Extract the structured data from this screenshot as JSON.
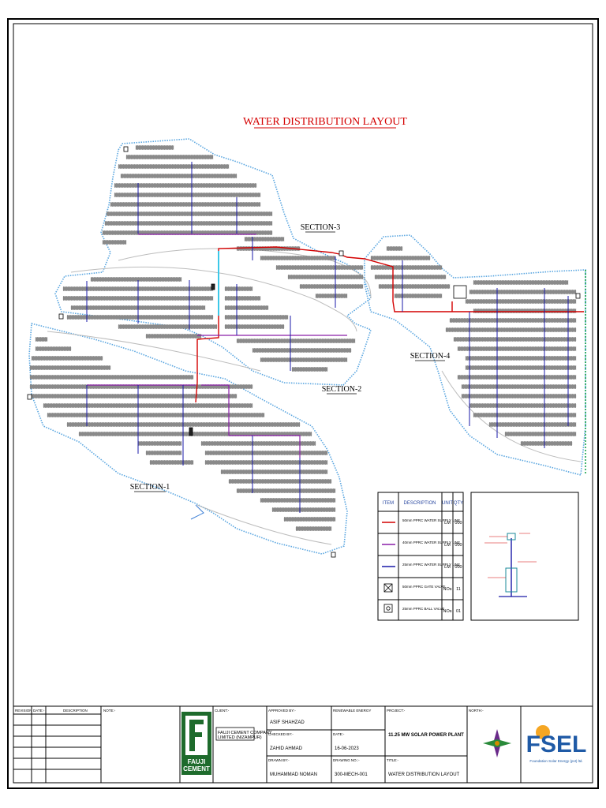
{
  "drawing": {
    "title": "WATER DISTRIBUTION LAYOUT",
    "sections": [
      "SECTION-1",
      "SECTION-2",
      "SECTION-3",
      "SECTION-4"
    ]
  },
  "legend": {
    "headers": [
      "ITEM",
      "DESCRIPTION",
      "UNIT",
      "QTY"
    ],
    "rows": [
      {
        "color": "#d40000",
        "description": "50mm PPRC WATER SUPPLY LINE",
        "unit": "LM",
        "qty": "000"
      },
      {
        "color": "#8a1fa8",
        "description": "40mm PPRC WATER SUPPLY LINE",
        "unit": "LM",
        "qty": "000"
      },
      {
        "color": "#1a1aa8",
        "description": "25mm PPRC WATER SUPPLY LINE",
        "unit": "LM",
        "qty": "000"
      },
      {
        "symbol": "gate-valve",
        "description": "50mm PPRC GATE VALVE",
        "unit": "NOs",
        "qty": "11"
      },
      {
        "symbol": "ball-valve",
        "description": "25mm PPRC BALL VALVE",
        "unit": "NOs",
        "qty": "01"
      }
    ]
  },
  "title_block": {
    "revision_label": "REVISION",
    "date_label": "DATE:-",
    "description_label": "DESCRIPTION",
    "note_label": "NOTE:-",
    "client_label": "CLIENT:-",
    "client_line1": "FAUJI CEMENT COMPANY",
    "client_line2": "LIMITED (NIZAMPUR)",
    "logo_text1": "FAUJI",
    "logo_text2": "CEMENT",
    "approved_label": "APPROVED BY:-",
    "approved_value": "ASIF SHAHZAD",
    "checked_label": "CHECKED BY:-",
    "checked_value": "ZAHID AHMAD",
    "drawn_label": "DRAWN BY:-",
    "drawn_value": "MUHAMMAD NOMAN",
    "category": "RENEWABLE ENERGY",
    "date_field_label": "DATE:-",
    "date_value": "16-06-2023",
    "drawing_no_label": "DRAWING NO.:-",
    "drawing_no_value": "300-MECH-001",
    "project_label": "PROJECT:-",
    "project_value": "11.25 MW SOLAR POWER PLANT",
    "title_label": "TITLE:-",
    "title_value": "WATER DISTRIBUTION LAYOUT",
    "north_label": "NORTH:-",
    "company_logo": "FSEL",
    "company_tagline": "Foundation Solar Energy (pvt) ltd."
  }
}
